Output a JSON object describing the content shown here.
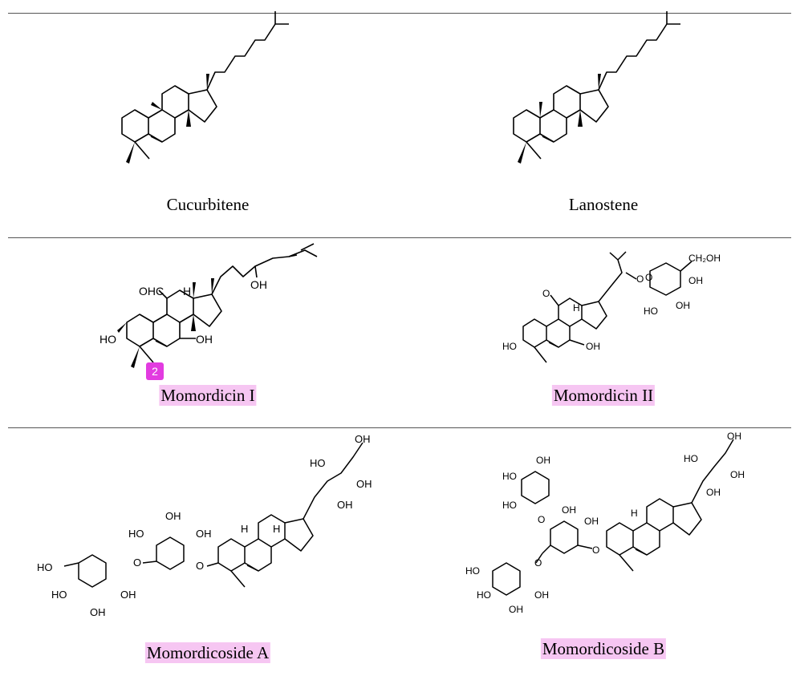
{
  "rows": [
    {
      "left": {
        "name": "Cucurbitene",
        "highlighted": false
      },
      "right": {
        "name": "Lanostene",
        "highlighted": false
      }
    },
    {
      "left": {
        "name": "Momordicin I",
        "highlighted": true
      },
      "right": {
        "name": "Momordicin II",
        "highlighted": true
      }
    },
    {
      "left": {
        "name": "Momordicoside A",
        "highlighted": true
      },
      "right": {
        "name": "Momordicoside B",
        "highlighted": true
      }
    }
  ],
  "badge": {
    "label": "2"
  },
  "atom_labels": {
    "ohc": "OHC",
    "oh": "OH",
    "ho": "HO",
    "h": "H",
    "o": "O",
    "ch2oh": "CH₂OH"
  },
  "colors": {
    "highlight": "#f6c6f2",
    "badge": "#e23be0",
    "rule": "#555555"
  }
}
